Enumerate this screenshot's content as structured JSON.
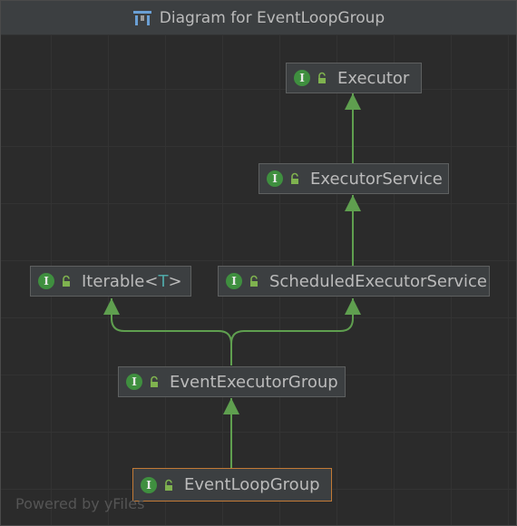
{
  "window": {
    "title": "Diagram for EventLoopGroup"
  },
  "nodes": [
    {
      "id": "executor",
      "label": "Executor",
      "kind_badge": "I"
    },
    {
      "id": "executorservice",
      "label": "ExecutorService",
      "kind_badge": "I"
    },
    {
      "id": "iterable",
      "label": "Iterable",
      "type_param": "T",
      "kind_badge": "I"
    },
    {
      "id": "scheduled",
      "label": "ScheduledExecutorService",
      "kind_badge": "I"
    },
    {
      "id": "eventexecutorgroup",
      "label": "EventExecutorGroup",
      "kind_badge": "I"
    },
    {
      "id": "eventloopgroup",
      "label": "EventLoopGroup",
      "kind_badge": "I",
      "selected": true
    }
  ],
  "edges": [
    {
      "from": "ExecutorService",
      "to": "Executor"
    },
    {
      "from": "ScheduledExecutorService",
      "to": "ExecutorService"
    },
    {
      "from": "EventExecutorGroup",
      "to": "Iterable"
    },
    {
      "from": "EventExecutorGroup",
      "to": "ScheduledExecutorService"
    },
    {
      "from": "EventLoopGroup",
      "to": "EventExecutorGroup"
    }
  ],
  "colors": {
    "edge": "#5f9f4f",
    "badge": "#3f8f3f",
    "selected_border": "#c27a36",
    "type_param": "#4fa7a7"
  },
  "footer": {
    "text": "Powered by yFiles"
  }
}
